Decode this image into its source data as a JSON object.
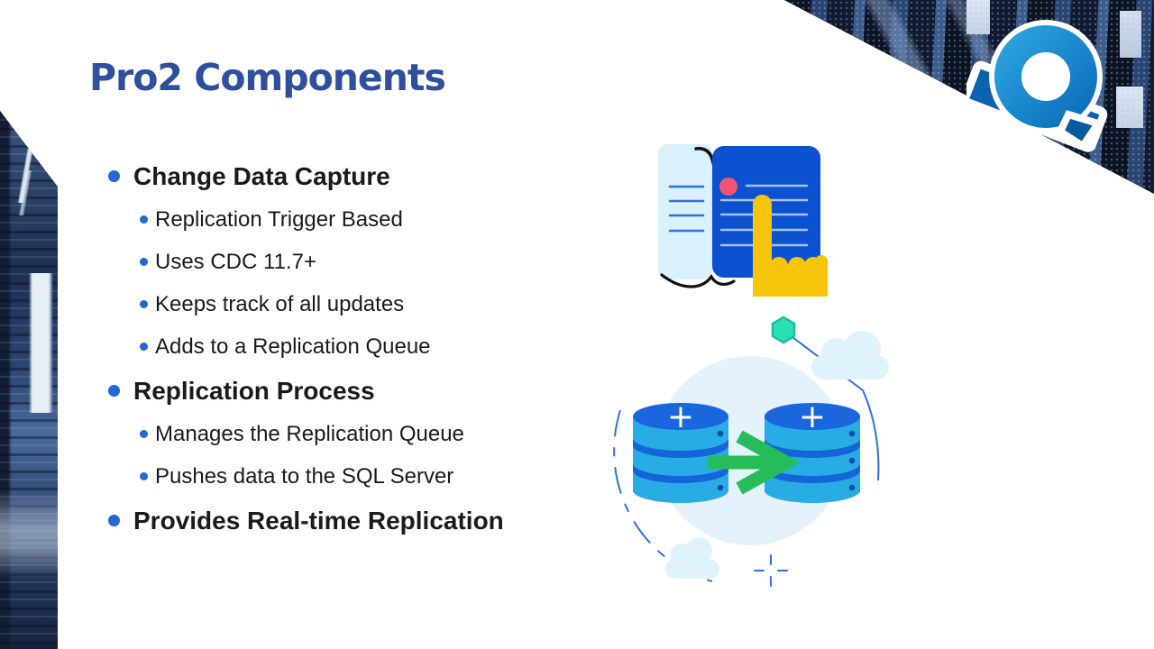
{
  "slide": {
    "title": "Pro2 Components",
    "bullets": [
      {
        "level": 1,
        "text": "Change Data Capture"
      },
      {
        "level": 2,
        "text": "Replication Trigger Based"
      },
      {
        "level": 2,
        "text": "Uses CDC 11.7+"
      },
      {
        "level": 2,
        "text": "Keeps track of all updates"
      },
      {
        "level": 2,
        "text": "Adds to a Replication Queue"
      },
      {
        "level": 1,
        "text": "Replication Process"
      },
      {
        "level": 2,
        "text": "Manages the Replication Queue"
      },
      {
        "level": 2,
        "text": "Pushes data to the SQL Server"
      },
      {
        "level": 1,
        "text": "Provides Real-time Replication"
      }
    ]
  },
  "illustrations": {
    "book": {
      "name": "open-book-with-pointing-hand"
    },
    "replication": {
      "name": "database-replication-diagram",
      "db_symbol": "+"
    }
  },
  "colors": {
    "title_blue": "#2E4F9E",
    "bullet_blue": "#2267D4",
    "body_text": "#1A1A1A",
    "page_blue": "#0B51D0",
    "page_light": "#D9F0FD",
    "hand_yellow": "#F6C50B",
    "dot_pink": "#F4536F",
    "db_body_blue": "#29ACE3",
    "db_dark_blue": "#1565D8",
    "arrow_green": "#25BD58",
    "hex_teal": "#2EDFB5",
    "cloud_light": "#DFF3FC",
    "orbit_blue": "#2E6FE6",
    "logo_blue": "#1489D2",
    "logo_band_blue": "#0A62B0"
  }
}
